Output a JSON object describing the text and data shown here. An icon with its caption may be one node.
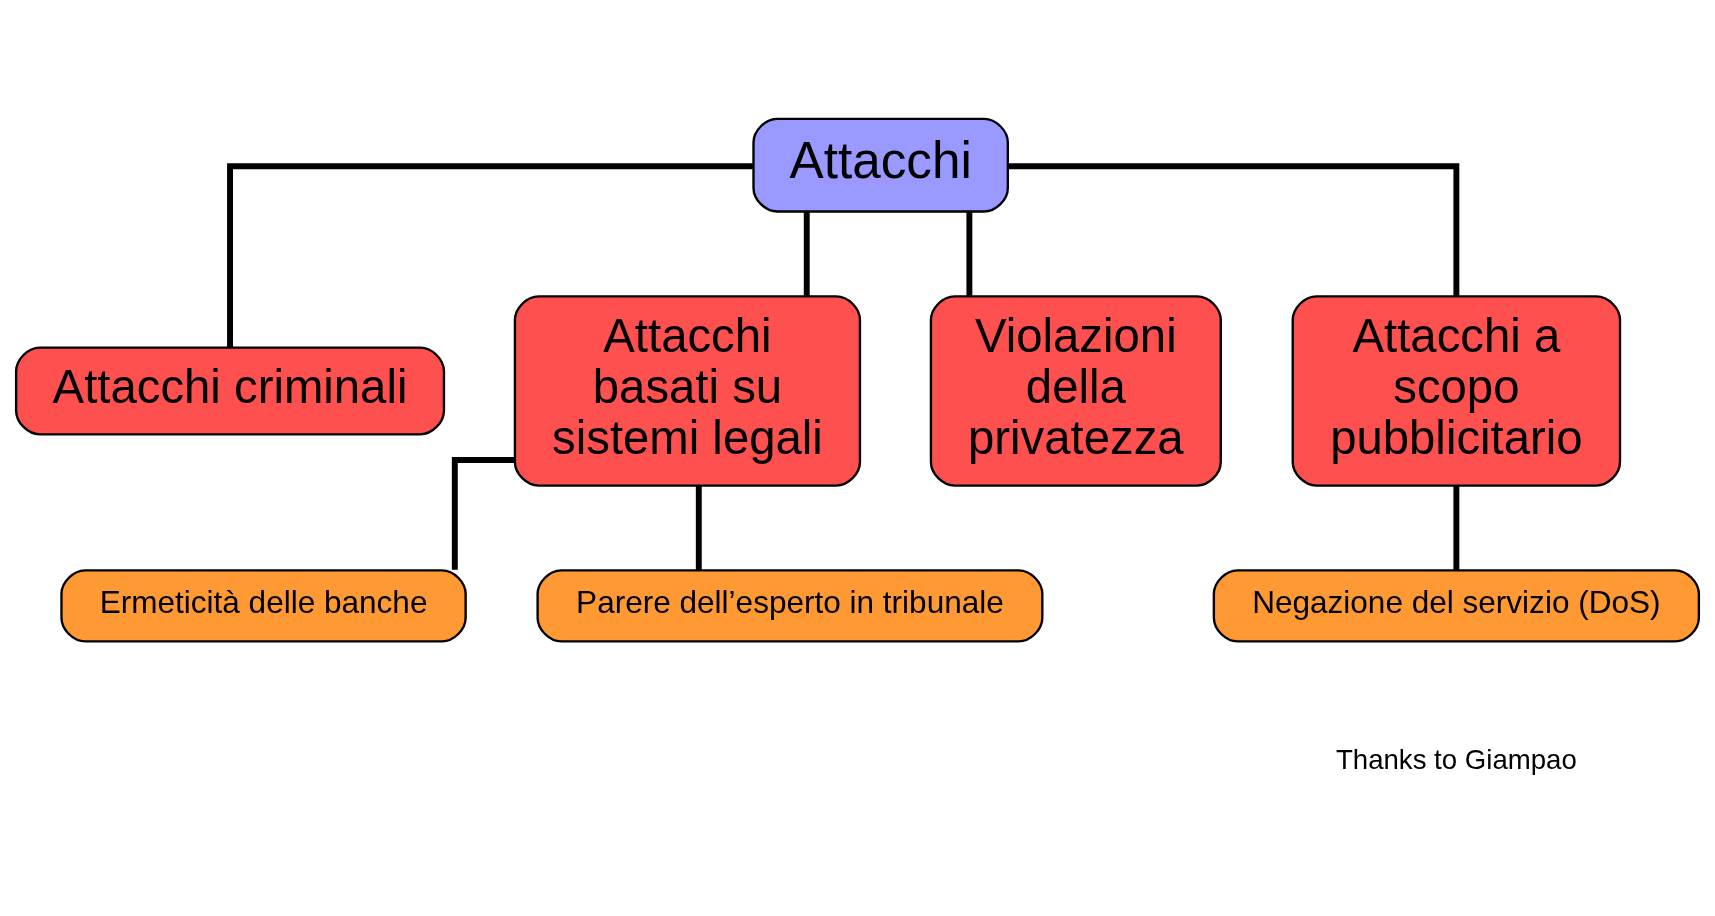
{
  "diagram": {
    "nodes": [
      {
        "text": [
          "Attacchi"
        ]
      },
      {
        "text": [
          "Attacchi criminali"
        ]
      },
      {
        "text": [
          "Attacchi basati su sistemi legali"
        ]
      },
      {
        "text": [
          "Ermeticità delle banche"
        ]
      },
      {
        "text": [
          "Parere dell’esperto in tribunale"
        ]
      },
      {
        "text": [
          "Violazioni della privatezza"
        ]
      },
      {
        "text": [
          "Attacchi a scopo pubblicitario"
        ]
      },
      {
        "text": [
          "Negazione del servizio (DoS)"
        ]
      }
    ],
    "edges": [
      {
        "from": 0,
        "to": 1,
        "arrow": "none"
      },
      {
        "from": 0,
        "to": 2,
        "arrow": "none"
      },
      {
        "from": 2,
        "to": 3,
        "arrow": "none"
      },
      {
        "from": 2,
        "to": 4,
        "arrow": "none"
      },
      {
        "from": 0,
        "to": 5,
        "arrow": "none"
      },
      {
        "from": 0,
        "to": 6,
        "arrow": "none"
      },
      {
        "from": 6,
        "to": 7,
        "arrow": "none"
      }
    ],
    "labels": [
      "Thanks to Giampao"
    ]
  }
}
